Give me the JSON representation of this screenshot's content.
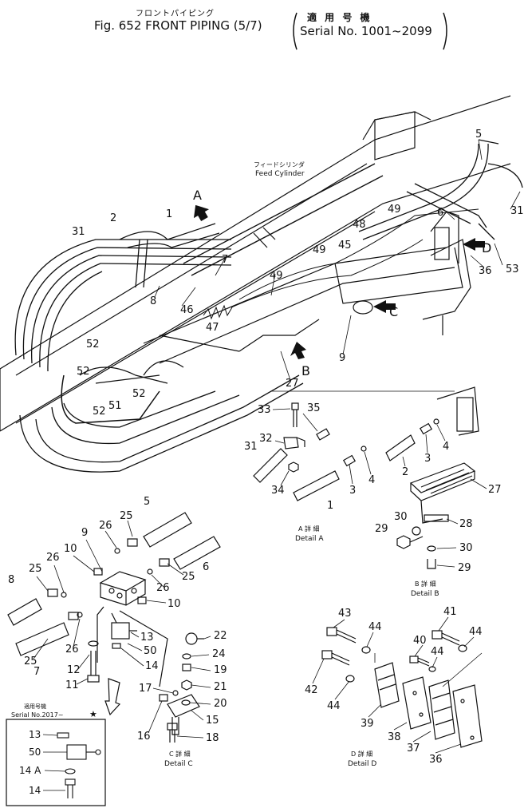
{
  "header": {
    "title_jp": "フロントパイピング",
    "title": "Fig. 652 FRONT PIPING (5/7)",
    "serial_jp": "適 用 号 機",
    "serial": "Serial No. 1001~2099"
  },
  "labels": {
    "feed_cylinder_jp": "フィードシリンダ",
    "feed_cylinder": "Feed Cylinder",
    "arrow_a": "A",
    "arrow_b": "B",
    "arrow_c": "C",
    "arrow_d": "D",
    "detail_a_jp": "A 詳 細",
    "detail_a": "Detail A",
    "detail_b_jp": "B 詳 細",
    "detail_b": "Detail B",
    "detail_c_jp": "C 詳 細",
    "detail_c": "Detail C",
    "detail_d_jp": "D 詳 細",
    "detail_d": "Detail D",
    "inset_jp": "適用号機",
    "inset_serial": "Serial No.2017~",
    "inset_star": "★"
  },
  "part_numbers": {
    "p1": "1",
    "p2": "2",
    "p3": "3",
    "p4": "4",
    "p5": "5",
    "p6": "6",
    "p7": "7",
    "p8": "8",
    "p9": "9",
    "p10": "10",
    "p11": "11",
    "p12": "12",
    "p13": "13",
    "p14": "14",
    "p14a": "14 A",
    "p15": "15",
    "p16": "16",
    "p17": "17",
    "p18": "18",
    "p19": "19",
    "p20": "20",
    "p21": "21",
    "p22": "22",
    "p24": "24",
    "p25": "25",
    "p26": "26",
    "p27": "27",
    "p28": "28",
    "p29": "29",
    "p30": "30",
    "p31": "31",
    "p32": "32",
    "p33": "33",
    "p34": "34",
    "p35": "35",
    "p36": "36",
    "p37": "37",
    "p38": "38",
    "p39": "39",
    "p40": "40",
    "p41": "41",
    "p42": "42",
    "p43": "43",
    "p44": "44",
    "p45": "45",
    "p46": "46",
    "p47": "47",
    "p48": "48",
    "p49": "49",
    "p50": "50",
    "p51": "51",
    "p52": "52",
    "p53": "53"
  }
}
